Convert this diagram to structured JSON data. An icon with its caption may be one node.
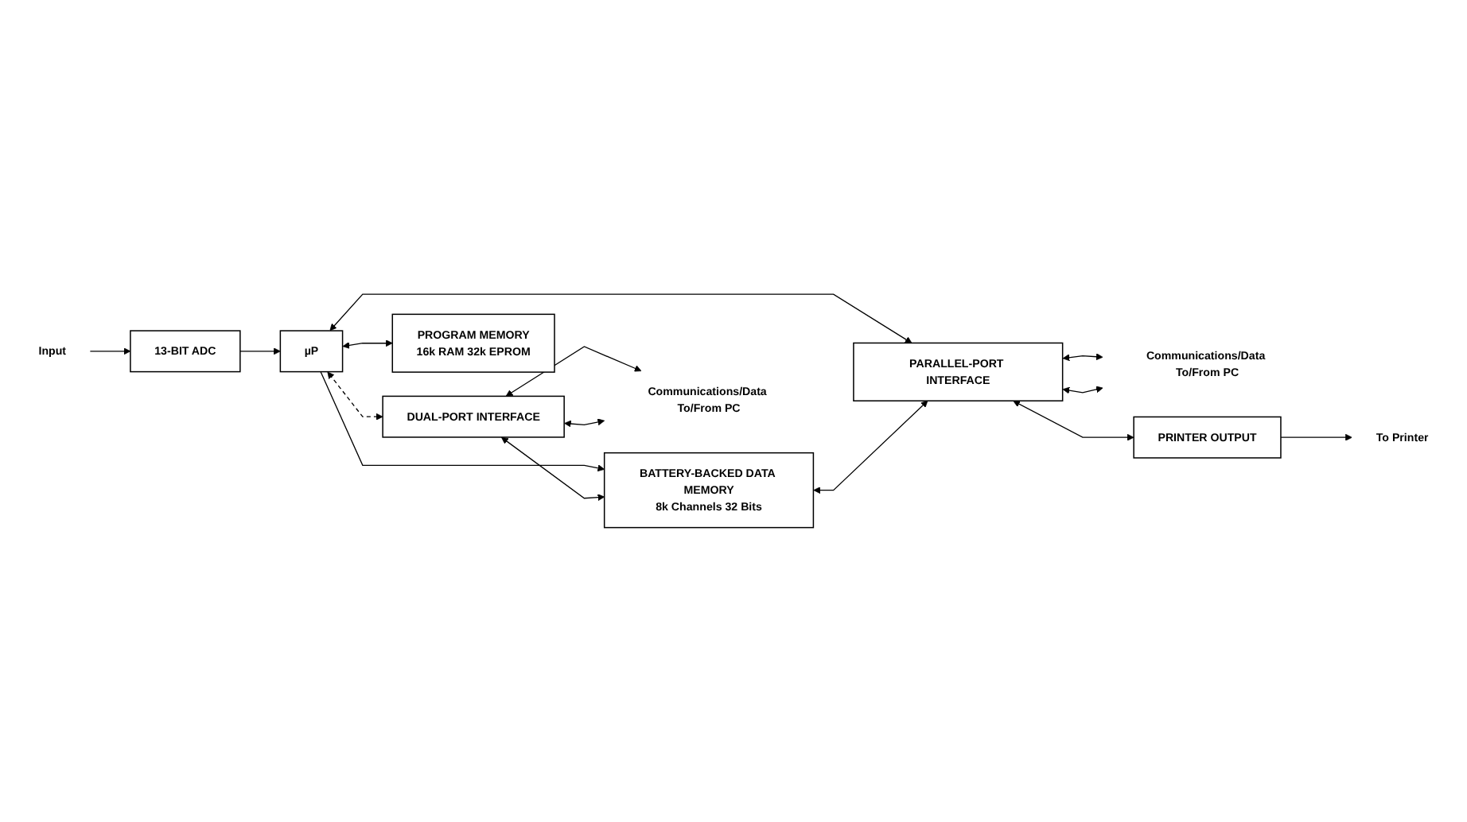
{
  "diagram": {
    "nodes": [
      {
        "text": [
          "Input"
        ]
      },
      {
        "text": [
          "13-BIT ADC"
        ]
      },
      {
        "text": [
          "µP"
        ]
      },
      {
        "text": [
          "DUAL-PORT INTERFACE"
        ]
      },
      {
        "text": [
          "BATTERY-BACKED DATA MEMORY",
          "8k Channels 32 Bits"
        ]
      },
      {
        "text": [
          "Communications/Data To/From PC"
        ]
      },
      {
        "text": [
          "PARALLEL-PORT INTERFACE"
        ]
      },
      {
        "text": [
          "Communications/Data To/From PC"
        ]
      },
      {
        "text": [
          "PRINTER OUTPUT"
        ]
      },
      {
        "text": [
          "To Printer"
        ]
      },
      {
        "text": [
          "PROGRAM MEMORY",
          "16k RAM 32k EPROM"
        ]
      }
    ],
    "edges": [
      {
        "from": 0,
        "to": 1,
        "arrow": "to"
      },
      {
        "from": 1,
        "to": 2,
        "arrow": "to"
      },
      {
        "from": 2,
        "to": 3,
        "arrow": "both",
        "style": "dashed"
      },
      {
        "from": 2,
        "to": 4,
        "arrow": "to"
      },
      {
        "from": 2,
        "to": 6,
        "arrow": "both"
      },
      {
        "from": 3,
        "to": 4,
        "arrow": "both"
      },
      {
        "from": 4,
        "to": 6,
        "arrow": "both"
      },
      {
        "from": 6,
        "to": 8,
        "arrow": "both"
      },
      {
        "from": 2,
        "to": 10,
        "arrow": "both"
      },
      {
        "from": 3,
        "to": 5,
        "arrow": "both"
      },
      {
        "from": 3,
        "to": 5,
        "arrow": "both"
      },
      {
        "from": 6,
        "to": 7,
        "arrow": "both"
      },
      {
        "from": 6,
        "to": 7,
        "arrow": "both"
      },
      {
        "from": 8,
        "to": 9,
        "arrow": "to"
      }
    ]
  }
}
